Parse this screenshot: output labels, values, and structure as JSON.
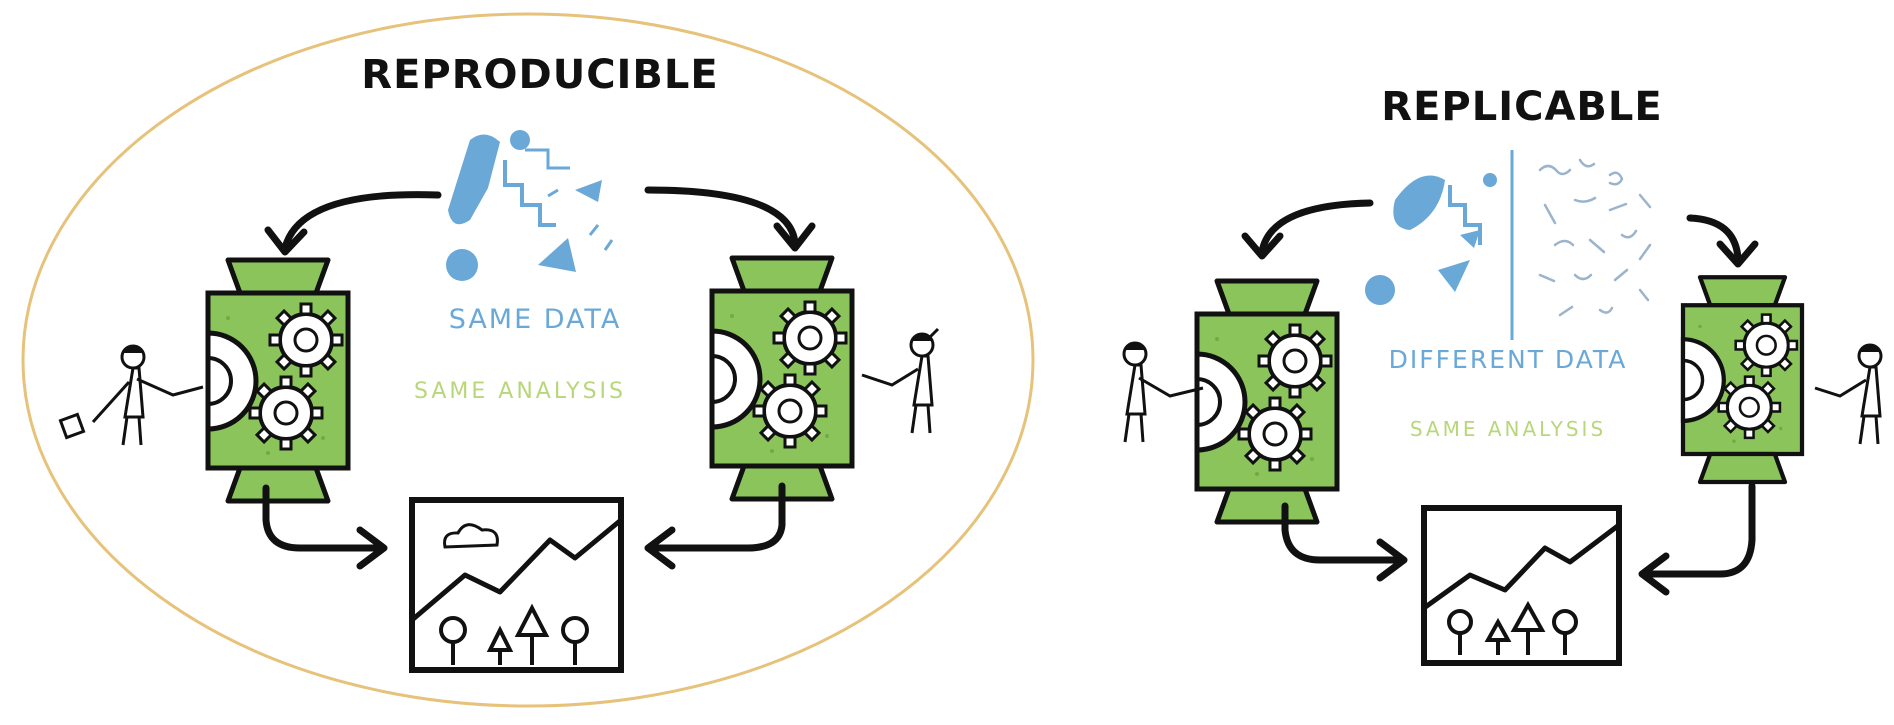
{
  "panels": {
    "reproducible": {
      "title": "REPRODUCIBLE",
      "data_label": "SAME DATA",
      "analysis_label": "SAME ANALYSIS"
    },
    "replicable": {
      "title": "REPLICABLE",
      "data_label": "DIFFERENT DATA",
      "analysis_label": "SAME ANALYSIS"
    }
  },
  "colors": {
    "ink": "#111111",
    "machine_green": "#8bc45a",
    "data_blue": "#6aa8d8",
    "analysis_green": "#b7d77a",
    "ellipse_gold": "#e6c27a"
  }
}
